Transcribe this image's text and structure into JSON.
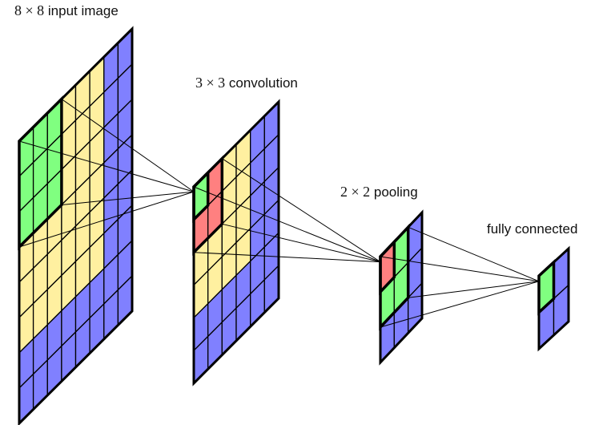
{
  "labels": {
    "input": {
      "math": "8 × 8",
      "text": " input image"
    },
    "conv": {
      "math": "3 × 3",
      "text": " convolution"
    },
    "pool": {
      "math": "2 × 2",
      "text": " pooling"
    },
    "fc": {
      "math": "",
      "text": "fully connected"
    }
  },
  "colors": {
    "green": "#80ff80",
    "red": "#ff8080",
    "yellow": "#fff0a0",
    "blue": "#8080ff",
    "stroke": "#000000"
  },
  "layers": [
    {
      "id": "input",
      "size": 8,
      "yellow": [
        0,
        6,
        0,
        6
      ],
      "red": null,
      "green": [
        0,
        3,
        0,
        3
      ],
      "highlight": [
        0,
        3,
        0,
        3
      ]
    },
    {
      "id": "conv",
      "size": 6,
      "yellow": [
        0,
        4,
        0,
        4
      ],
      "red": [
        0,
        2,
        0,
        2
      ],
      "green": [
        0,
        1,
        0,
        1
      ],
      "highlight": [
        0,
        2,
        0,
        2
      ]
    },
    {
      "id": "pool",
      "size": 3,
      "yellow": null,
      "red": [
        0,
        1,
        0,
        1
      ],
      "green": [
        0,
        2,
        0,
        2
      ],
      "green_under_red": true,
      "highlight": [
        0,
        2,
        0,
        2
      ]
    },
    {
      "id": "fc",
      "size": 2,
      "yellow": null,
      "red": null,
      "green": [
        0,
        1,
        0,
        1
      ],
      "highlight": [
        0,
        1,
        0,
        1
      ]
    }
  ],
  "connections": [
    {
      "from": "input",
      "to": "conv"
    },
    {
      "from": "conv",
      "to": "pool"
    },
    {
      "from": "pool",
      "to": "fc"
    }
  ]
}
